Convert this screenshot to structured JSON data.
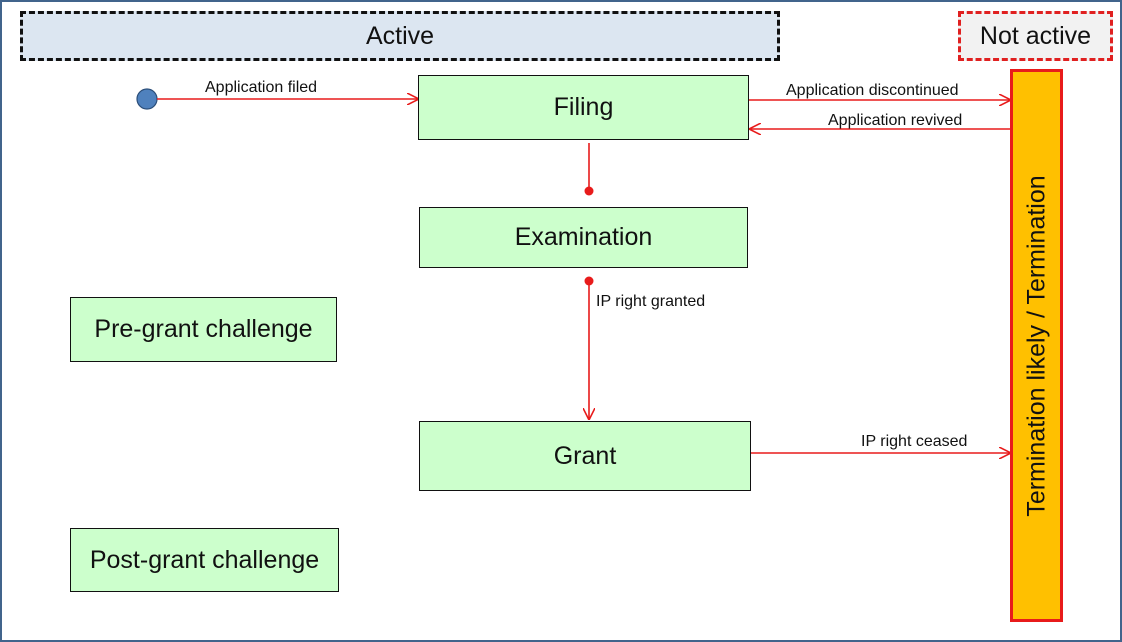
{
  "headers": {
    "active": "Active",
    "not_active": "Not active"
  },
  "states": {
    "filing": "Filing",
    "examination": "Examination",
    "grant": "Grant",
    "pre_grant": "Pre-grant challenge",
    "post_grant": "Post-grant challenge",
    "termination": "Termination likely / Termination"
  },
  "transitions": {
    "application_filed": "Application filed",
    "application_discontinued": "Application discontinued",
    "application_revived": "Application revived",
    "ip_right_granted": "IP right granted",
    "ip_right_ceased": "IP right ceased"
  },
  "colors": {
    "state_fill": "#ccffcc",
    "active_header_fill": "#dce6f1",
    "termination_fill": "#ffc000",
    "arrow": "#e81b1b",
    "start_node": "#4f81bd"
  }
}
